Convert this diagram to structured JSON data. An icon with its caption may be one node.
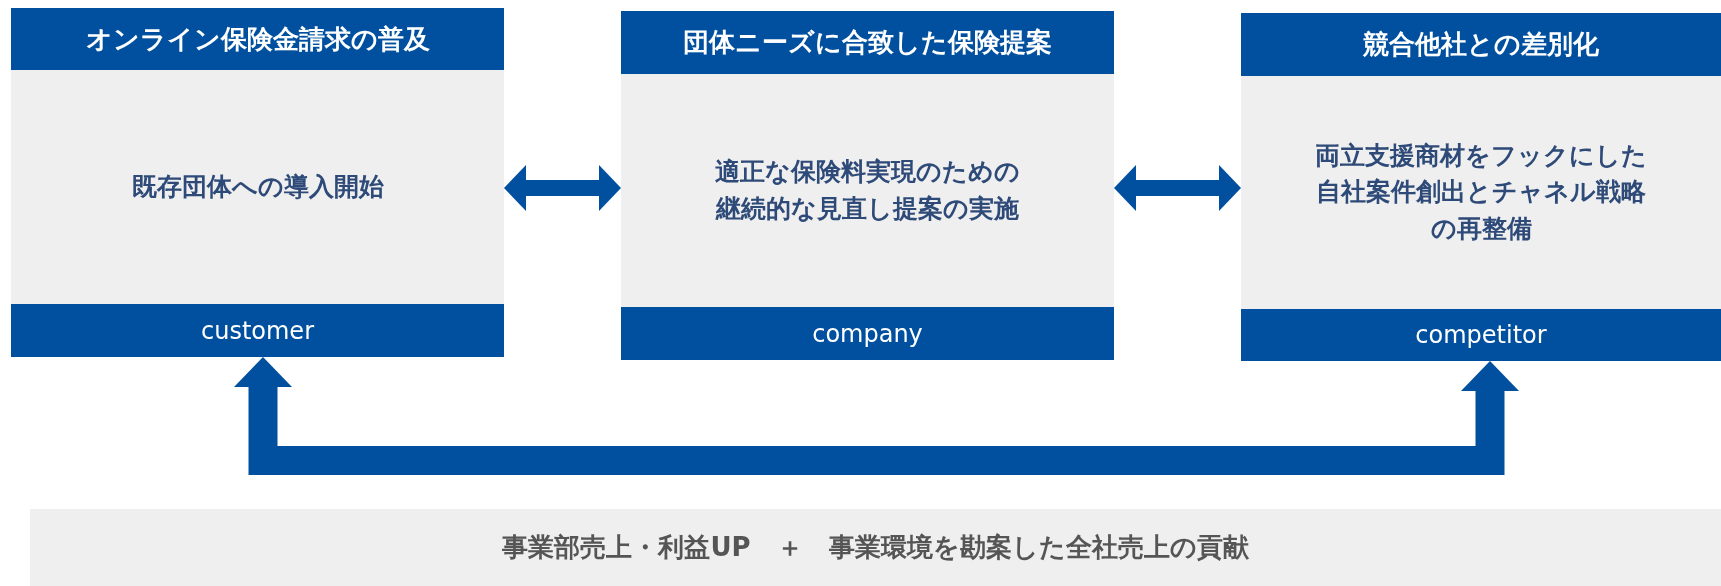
{
  "diagram": {
    "nodes": [
      {
        "text": [
          "オンライン保険金請求の普及",
          "既存団体への導入開始",
          "customer"
        ]
      },
      {
        "text": [
          "団体ニーズに合致した保険提案",
          "適正な保険料実現のための継続的な見直し提案の実施",
          "company"
        ]
      },
      {
        "text": [
          "競合他社との差別化",
          "両立支援商材をフックにした自社案件創出とチャネル戦略の再整備",
          "competitor"
        ]
      },
      {
        "text": [
          "事業部売上・利益UP　＋　事業環境を勘案した全社売上の貢献"
        ]
      }
    ],
    "edges": [
      {
        "from": 0,
        "to": 1,
        "arrow": "both"
      },
      {
        "from": 1,
        "to": 2,
        "arrow": "both"
      },
      {
        "from": 0,
        "to": 2,
        "arrow": "both",
        "style": "thick"
      }
    ]
  }
}
